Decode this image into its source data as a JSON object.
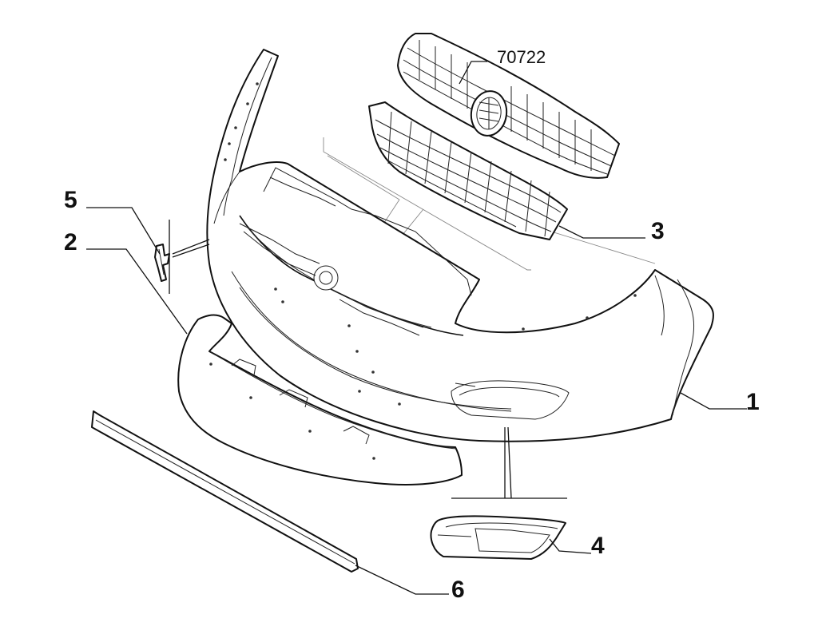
{
  "diagram": {
    "reference_number": "70722",
    "callouts": [
      {
        "id": "1",
        "label": "1"
      },
      {
        "id": "2",
        "label": "2"
      },
      {
        "id": "3",
        "label": "3"
      },
      {
        "id": "4",
        "label": "4"
      },
      {
        "id": "5",
        "label": "5"
      },
      {
        "id": "6",
        "label": "6"
      }
    ],
    "parts": [
      {
        "callout": "1",
        "part": "bumper-cover-icon"
      },
      {
        "callout": "2",
        "part": "lower-spoiler-icon"
      },
      {
        "callout": "3",
        "part": "lower-grille-icon"
      },
      {
        "callout": "4",
        "part": "fog-lamp-bezel-icon"
      },
      {
        "callout": "5",
        "part": "mounting-clip-icon"
      },
      {
        "callout": "6",
        "part": "trim-strip-icon"
      },
      {
        "callout": "70722",
        "part": "upper-grille-icon"
      }
    ],
    "colors": {
      "line": "#111111",
      "background": "#ffffff"
    }
  }
}
